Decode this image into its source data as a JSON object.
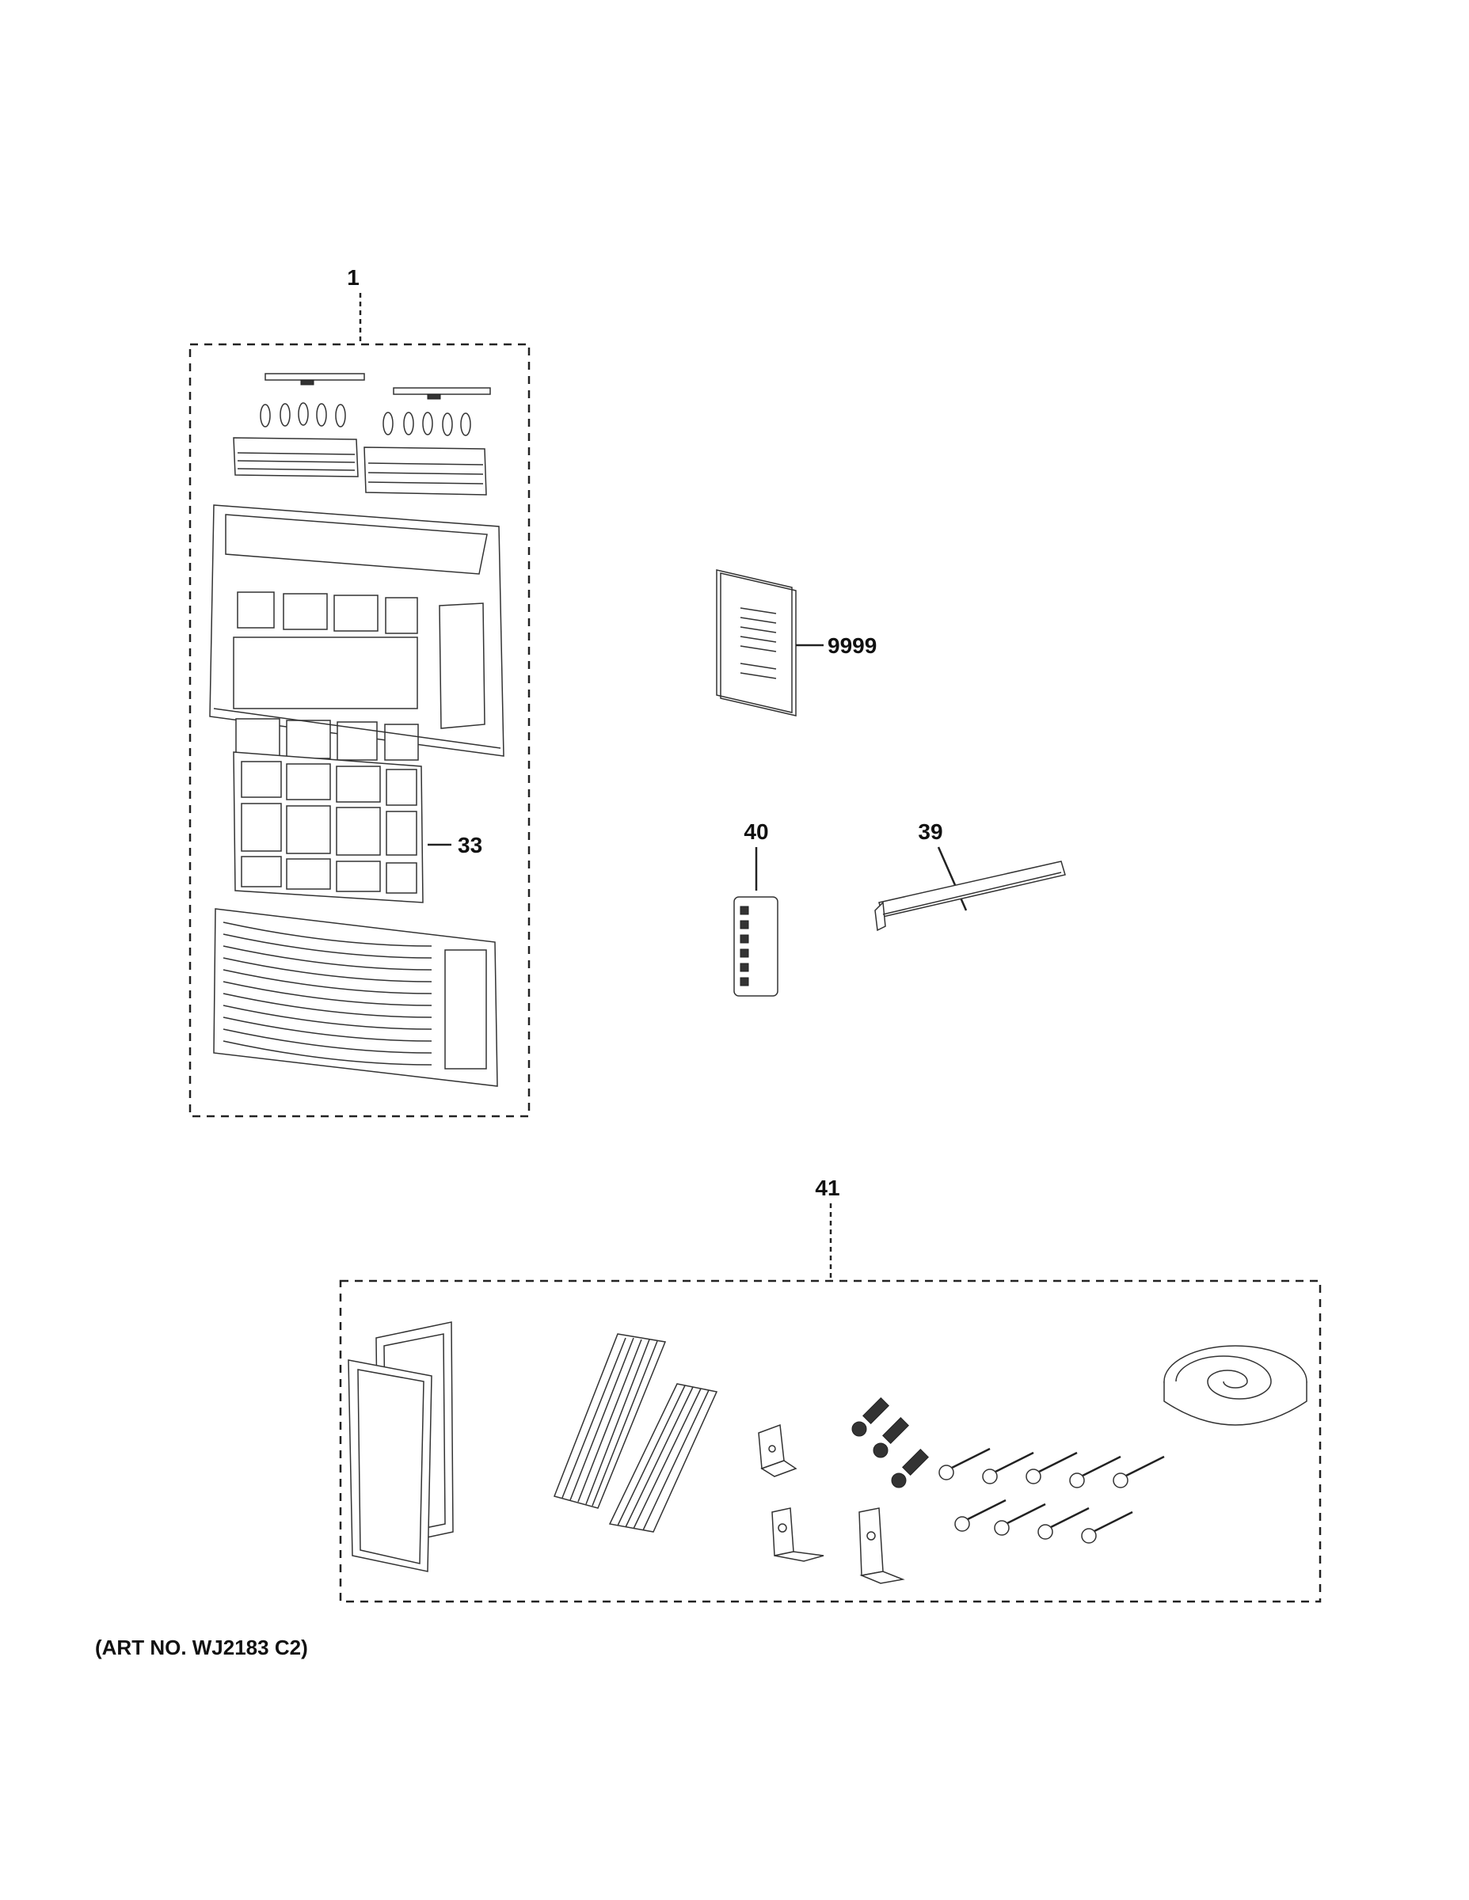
{
  "callouts": {
    "c1": "1",
    "c33": "33",
    "c9999": "9999",
    "c40": "40",
    "c39": "39",
    "c41": "41"
  },
  "art_number": "(ART NO. WJ2183 C2)"
}
